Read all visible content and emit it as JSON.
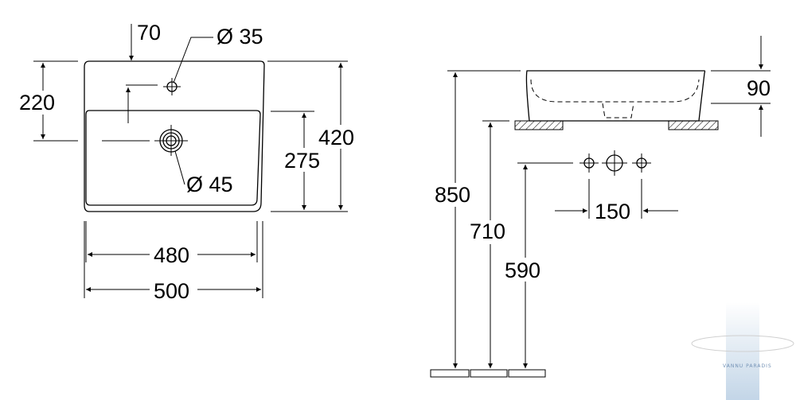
{
  "top_view": {
    "dim_tap_offset": "70",
    "dim_tap_hole": "Ø 35",
    "dim_tap_depth": "220",
    "dim_drain": "Ø 45",
    "dim_bowl_depth": "275",
    "dim_total_depth": "420",
    "dim_inner_width": "480",
    "dim_total_width": "500"
  },
  "side_view": {
    "dim_basin_height": "90",
    "dim_top_height": "850",
    "dim_counter_height": "710",
    "dim_outlet_height": "590",
    "dim_tap_spacing": "150"
  },
  "watermark": {
    "text": "VANNU PARADIS"
  },
  "colors": {
    "line": "#000000",
    "watermark_accent": "#b9cfe4"
  }
}
